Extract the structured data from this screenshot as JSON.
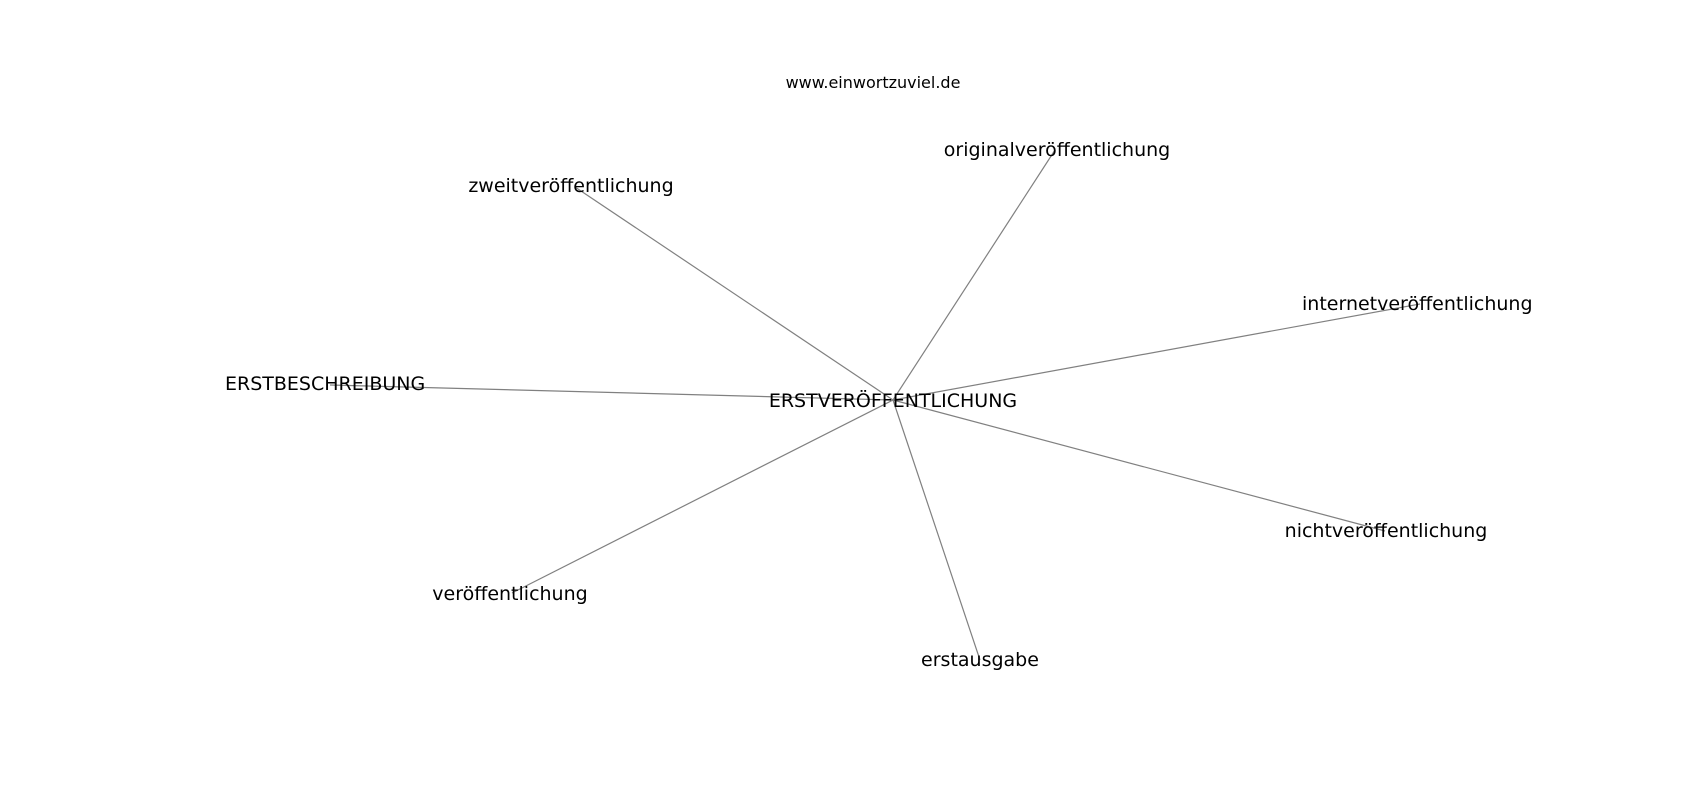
{
  "header": {
    "site": "www.einwortzuviel.de"
  },
  "graph": {
    "center": "ERSTVERÖFFENTLICHUNG",
    "nodes": [
      "originalveröffentlichung",
      "zweitveröffentlichung",
      "internetveröffentlichung",
      "ERSTBESCHREIBUNG",
      "nichtveröffentlichung",
      "veröffentlichung",
      "erstausgabe"
    ],
    "colors": {
      "edge": "#808080",
      "text": "#000000",
      "background": "#ffffff"
    }
  }
}
